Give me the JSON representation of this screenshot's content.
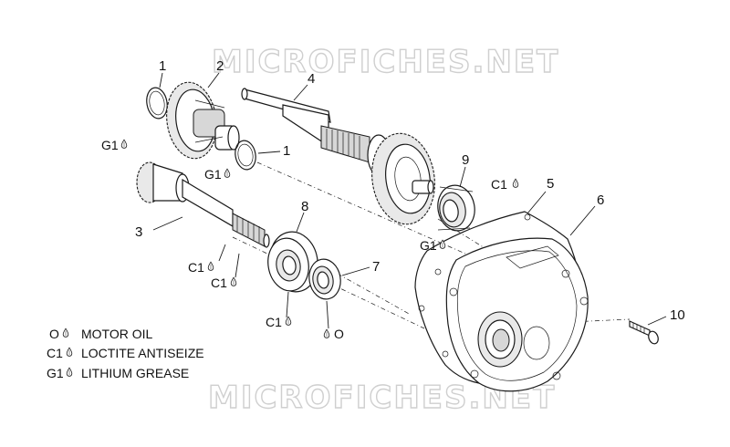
{
  "watermark": "MICROFICHES.NET",
  "callouts": {
    "c1a": "1",
    "c1b": "1",
    "c2": "2",
    "c3": "3",
    "c4": "4",
    "c5": "5",
    "c6": "6",
    "c7": "7",
    "c8": "8",
    "c9": "9",
    "c10": "10"
  },
  "markers": {
    "g1_gear2": "G1",
    "g1_gear2_hub": "G1",
    "c1_bearing9": "C1",
    "g1_bearing9": "G1",
    "c1_shaft3_a": "C1",
    "c1_shaft3_b": "C1",
    "c1_seal8": "C1",
    "o_seal7": "O"
  },
  "legend": [
    {
      "code": "O",
      "label": "MOTOR OIL"
    },
    {
      "code": "C1",
      "label": "LOCTITE ANTISEIZE"
    },
    {
      "code": "G1",
      "label": "LITHIUM GREASE"
    }
  ],
  "icons": {
    "lubricant": "drop-icon"
  }
}
